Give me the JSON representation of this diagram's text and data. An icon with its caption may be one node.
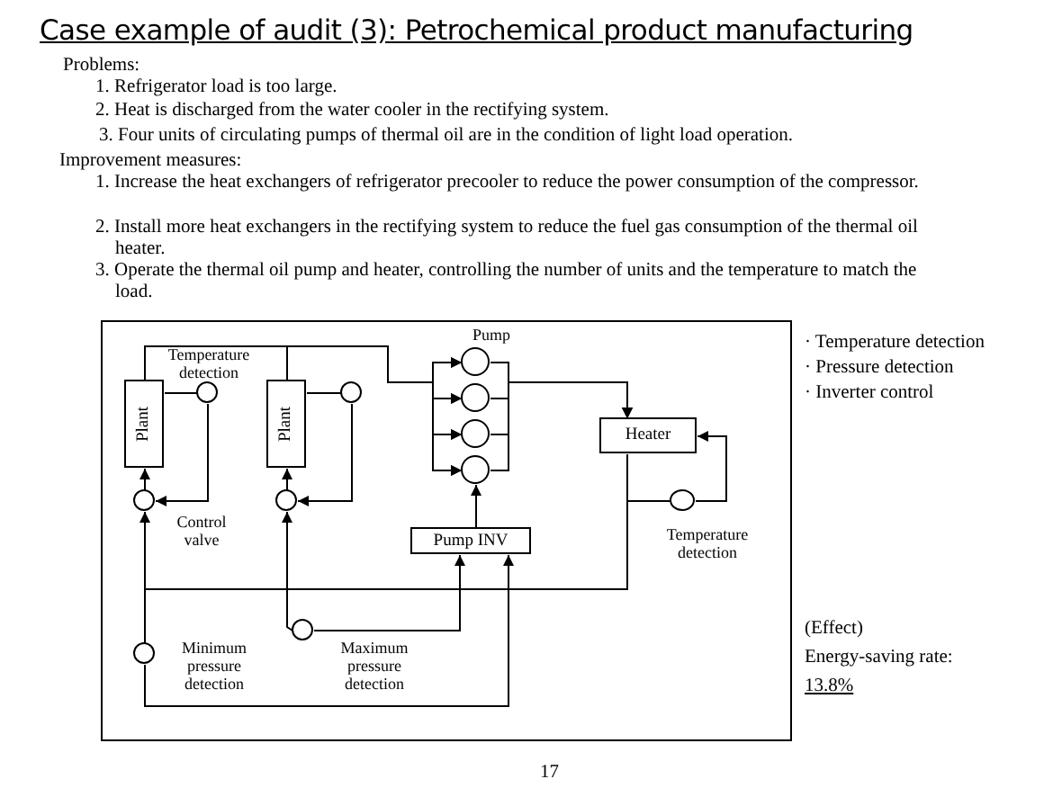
{
  "diagram": {
    "title": "Case example of audit (3): Petrochemical product manufacturing",
    "nodes": [
      {
        "text": [
          "Plant"
        ]
      },
      {
        "text": [
          "Plant"
        ]
      },
      {
        "text": [],
        "shape": "circle",
        "beside": [
          "Temperature detection"
        ]
      },
      {
        "text": [],
        "shape": "circle"
      },
      {
        "text": [],
        "shape": "circle",
        "beside": [
          "Control valve"
        ]
      },
      {
        "text": [],
        "shape": "circle"
      },
      {
        "text": [],
        "shape": "circle",
        "beside": [
          "Pump"
        ]
      },
      {
        "text": [],
        "shape": "circle"
      },
      {
        "text": [],
        "shape": "circle"
      },
      {
        "text": [],
        "shape": "circle"
      },
      {
        "text": [
          "Heater"
        ]
      },
      {
        "text": [],
        "shape": "circle",
        "beside": [
          "Temperature detection"
        ]
      },
      {
        "text": [
          "Pump INV"
        ]
      },
      {
        "text": [],
        "shape": "circle",
        "beside": [
          "Minimum pressure detection"
        ]
      },
      {
        "text": [],
        "shape": "circle",
        "beside": [
          "Maximum pressure detection"
        ]
      }
    ],
    "edges": [
      {
        "from": 0,
        "to": 6,
        "arrow": "to"
      },
      {
        "from": 0,
        "to": 7,
        "arrow": "to"
      },
      {
        "from": 0,
        "to": 8,
        "arrow": "to"
      },
      {
        "from": 0,
        "to": 9,
        "arrow": "to"
      },
      {
        "from": 1,
        "to": 6,
        "arrow": "to"
      },
      {
        "from": 1,
        "to": 7,
        "arrow": "to"
      },
      {
        "from": 1,
        "to": 8,
        "arrow": "to"
      },
      {
        "from": 1,
        "to": 9,
        "arrow": "to"
      },
      {
        "from": 6,
        "to": 10,
        "arrow": "to"
      },
      {
        "from": 7,
        "to": 10,
        "arrow": "to"
      },
      {
        "from": 8,
        "to": 10,
        "arrow": "to"
      },
      {
        "from": 9,
        "to": 10,
        "arrow": "to"
      },
      {
        "from": 10,
        "to": 4,
        "arrow": "to"
      },
      {
        "from": 10,
        "to": 5,
        "arrow": "to"
      },
      {
        "from": 4,
        "to": 0,
        "arrow": "to"
      },
      {
        "from": 5,
        "to": 1,
        "arrow": "to"
      },
      {
        "from": 0,
        "to": 2,
        "arrow": "none"
      },
      {
        "from": 2,
        "to": 4,
        "arrow": "to"
      },
      {
        "from": 1,
        "to": 3,
        "arrow": "none"
      },
      {
        "from": 3,
        "to": 5,
        "arrow": "to"
      },
      {
        "from": 10,
        "to": 11,
        "arrow": "none"
      },
      {
        "from": 11,
        "to": 10,
        "arrow": "to"
      },
      {
        "from": 12,
        "to": 9,
        "arrow": "to"
      },
      {
        "from": 14,
        "to": 12,
        "arrow": "to"
      },
      {
        "from": 13,
        "to": 12,
        "arrow": "to"
      },
      {
        "from": 4,
        "to": 13,
        "arrow": "none"
      },
      {
        "from": 5,
        "to": 14,
        "arrow": "none"
      }
    ],
    "labels": [
      "Problems:",
      "1. Refrigerator load is too large.",
      "2. Heat is discharged from the water cooler in the rectifying system.",
      "3. Four units of circulating pumps of thermal oil are in the condition of light load operation.",
      "Improvement measures:",
      "1. Increase the heat exchangers of refrigerator precooler to reduce the power consumption of the compressor.",
      "2. Install more heat exchangers in the rectifying system to reduce the fuel gas consumption of the thermal oil heater.",
      "3. Operate the thermal oil pump and heater, controlling the number of units and the temperature to match the load.",
      "· Temperature detection",
      "· Pressure detection",
      "· Inverter control",
      "(Effect)",
      "Energy-saving rate:",
      "13.8%",
      "17"
    ]
  }
}
